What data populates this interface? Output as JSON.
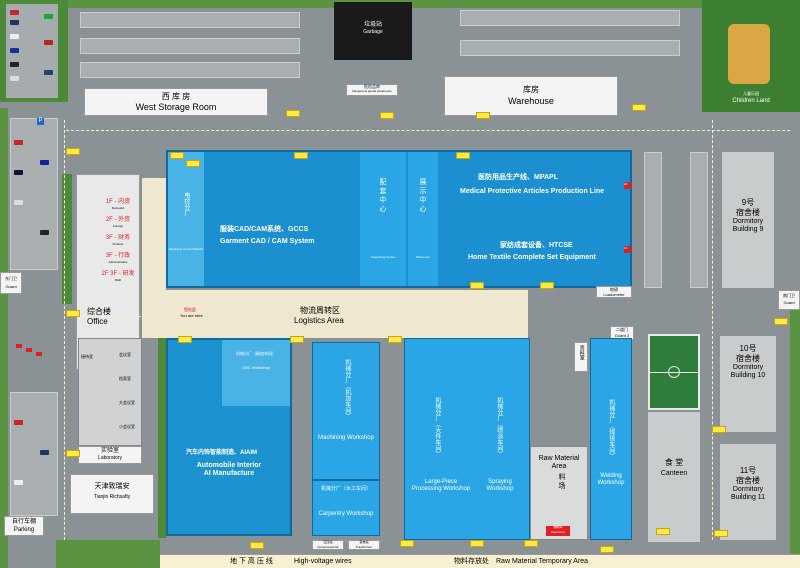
{
  "labels": {
    "garbage_cn": "垃圾站",
    "garbage_en": "Garbage",
    "dangerous_goods_cn": "危险品库",
    "dangerous_goods_en": "Dangerous goods warehouse",
    "west_storage_cn": "西 库 房",
    "west_storage_en": "West Storage Room",
    "warehouse_cn": "库房",
    "warehouse_en": "Warehouse",
    "childrens_land": "儿童乐园",
    "childrens_land_en": "Children Land",
    "dorm9_cn": "9号",
    "dorm9_cn2": "宿舍楼",
    "dorm9_en": "Dormitory Building 9",
    "dorm10_cn": "10号",
    "dorm10_cn2": "宿舍楼",
    "dorm10_en": "Dormitory Building 10",
    "dorm11_cn": "11号",
    "dorm11_cn2": "宿舍楼",
    "dorm11_en": "Dormitory Building 11",
    "office_floors": [
      "1F - 内资",
      "2F - 外资",
      "3F - 财务",
      "3F - 行政",
      "2F 3F - 研发"
    ],
    "office_floors_en": [
      "Domestic",
      "Foreign",
      "Finance",
      "Administrative",
      "R&D"
    ],
    "office_cn": "综合楼",
    "office_en": "Office",
    "guard_cn": "东门卫",
    "guard_en": "Guard",
    "guard2_cn": "二道门",
    "guard2_en": "Guard 2",
    "guard3_cn": "南门卫",
    "guard3_en": "Guard",
    "electronic_cn": "电控分厂",
    "electronic_en": "Electronic Control Branch",
    "garment_cn": "服装CAD/CAM系统、GCCS",
    "garment_en": "Garment CAD / CAM System",
    "support_cn": "配 套 中 心",
    "support_en": "Supporting Center",
    "showroom_cn": "展 示 中 心",
    "showroom_en": "Showroom",
    "medical_cn": "医防用品生产线、MPAPL",
    "medical_en": "Medical Protective Articles Production Line",
    "textile_cn": "家纺成套设备、HTCSE",
    "textile_en": "Home Textile Complete Set Equipment",
    "loadometer_cn": "地磅",
    "loadometer_en": "Loadometer",
    "you_are_here_cn": "您在此",
    "you_are_here_en": "You are here",
    "logistics_cn": "物流周转区",
    "logistics_en": "Logistics Area",
    "automobile_cn": "汽车内饰智能制造、AIAIM",
    "automobile_en": "Automobile Interior AI Manufacture",
    "cnc_cn": "机械分厂（精加车间）",
    "cnc_en": "CNC Workshop",
    "machining_cn": "机械分厂（机加车间）",
    "machining_en": "Machining Workshop",
    "carpentry_cn": "机械分厂（木工车间）",
    "carpentry_en": "Carpentry Workshop",
    "large_cn": "机械分厂（大件车间）",
    "large_en": "Large-Piece Processing Workshop",
    "spraying_cn": "机械分厂（喷涂车间）",
    "spraying_en": "Spraying Workshop",
    "welding_cn": "机械分厂（焊接车间）",
    "welding_en": "Welding Workshop",
    "raw_material_en": "Raw Material Area",
    "raw_material_cn": "料 场",
    "canteen_cn": "食 堂",
    "canteen_en": "Canteen",
    "laboratory_cn": "实验室",
    "laboratory_en": "Laboratory",
    "tianjin_cn": "天津致瑞安",
    "tianjin_en": "Tianjin Richsafty",
    "parking_cn": "自行车棚",
    "parking_en": "Parking",
    "hv_line_cn": "地 下 高 压 线",
    "hv_line_en": "High-voltage wires",
    "raw_temp_cn": "物料存放处",
    "raw_temp_en": "Raw Material Temporary Area",
    "compressed_air": "空压站",
    "compressed_air_en": "Compressed Air",
    "transformer": "变电站",
    "transformer_en": "Transformer",
    "repository": "物料库",
    "repository_en": "Repository",
    "reception": "接待室",
    "meeting": "会议室",
    "big_meeting": "大会议室",
    "archives": "档案室",
    "small_meeting": "小会议室",
    "tranfer_room": "资料室",
    "bicycle": "P",
    "fire_2f": "2F",
    "fire_1f": "1F"
  }
}
